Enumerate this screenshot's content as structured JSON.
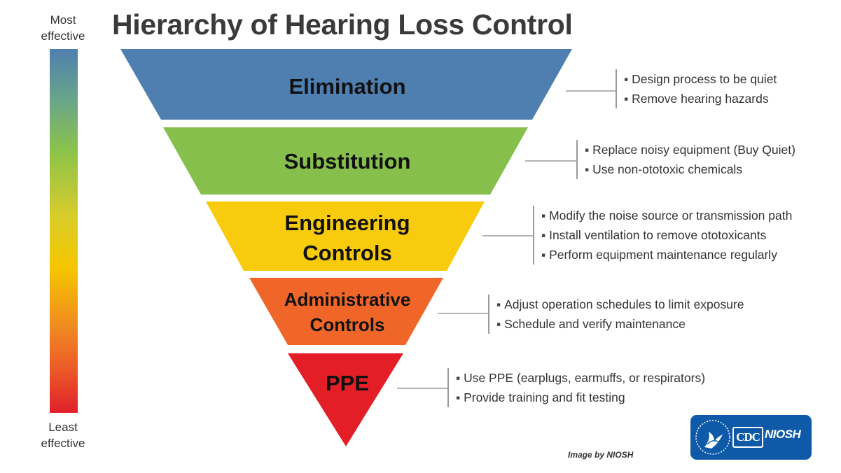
{
  "title": "Hierarchy of Hearing Loss Control",
  "scale": {
    "top_label": [
      "Most",
      "effective"
    ],
    "bottom_label": [
      "Least",
      "effective"
    ]
  },
  "tiers": [
    {
      "label_lines": [
        "Elimination"
      ],
      "color": "#4e7fb0",
      "bullets": [
        "Design process to be quiet",
        "Remove hearing hazards"
      ]
    },
    {
      "label_lines": [
        "Substitution"
      ],
      "color": "#86bf4c",
      "bullets": [
        "Replace noisy equipment (Buy Quiet)",
        "Use non-ototoxic chemicals"
      ]
    },
    {
      "label_lines": [
        "Engineering",
        "Controls"
      ],
      "color": "#f8cb0c",
      "bullets": [
        "Modify the noise source or transmission path",
        "Install ventilation to remove ototoxicants",
        "Perform equipment maintenance regularly"
      ]
    },
    {
      "label_lines": [
        "Administrative",
        "Controls"
      ],
      "color": "#ef6628",
      "bullets": [
        "Adjust operation schedules to limit exposure",
        "Schedule and verify maintenance"
      ]
    },
    {
      "label_lines": [
        "PPE"
      ],
      "color": "#e41e27",
      "bullets": [
        "Use PPE (earplugs, earmuffs, or respirators)",
        "Provide training and fit testing"
      ]
    }
  ],
  "credit": "Image by NIOSH",
  "logo": {
    "agency": "CDC",
    "institute": "NIOSH",
    "seal": "hhs-seal-icon"
  }
}
